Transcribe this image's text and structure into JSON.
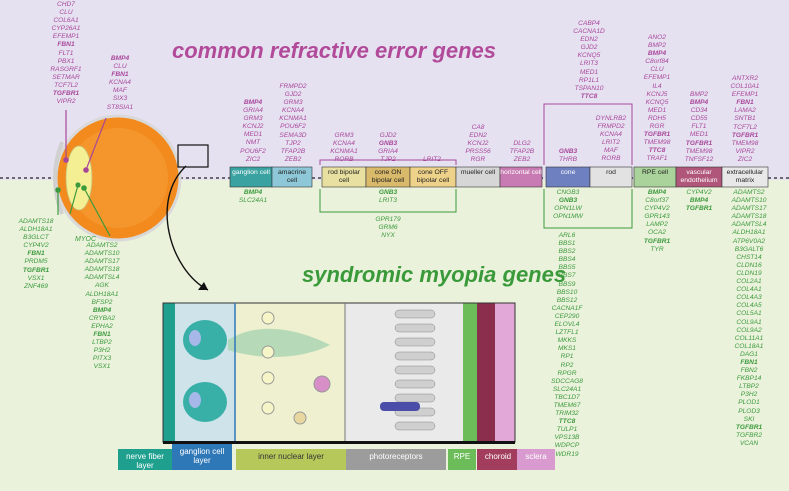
{
  "headings": {
    "refractive": "common refractive error genes",
    "syndromic": "syndromic myopia genes"
  },
  "eye": {
    "myoc_label": "MYOC"
  },
  "top_lists": {
    "eye_outer": [
      "CHD7",
      "CLU",
      "COL6A1",
      "CYP26A1",
      "EFEMP1",
      "FBN1",
      "FLT1",
      "PBX1",
      "RASGRF1",
      "SETMAR",
      "TCF7L2",
      "TGFBR1",
      "VIPR2"
    ],
    "eye_inner": [
      "BMP4",
      "CLU",
      "FBN1",
      "KCNA4",
      "MAF",
      "SIX3",
      "ST8SIA1"
    ],
    "ganglion": [
      "BMP4",
      "GRIA4",
      "GRM3",
      "KCNJ2",
      "MED1",
      "NMT",
      "POU6F2",
      "ZIC2"
    ],
    "amacrine": [
      "FRMPD2",
      "GJD2",
      "GRM3",
      "KCNA4",
      "KCNMA1",
      "POU6F2",
      "SEMA3D",
      "TJP2",
      "TFAP2B",
      "ZEB2"
    ],
    "rod_bipolar": [
      "GRM3",
      "KCNA4",
      "KCNMA1",
      "RORB"
    ],
    "cone_on": [
      "GJD2",
      "GNB3",
      "GRIA4",
      "TJP2"
    ],
    "cone_off": [
      "LRIT2"
    ],
    "mueller": [
      "CA8",
      "EDN2",
      "KCNJ2",
      "PRSS56",
      "RGR"
    ],
    "horizontal": [
      "DLG2",
      "TFAP2B",
      "ZEB2"
    ],
    "photo_shared": [
      "CABP4",
      "CACNA1D",
      "EDN2",
      "GJD2",
      "KCNQ5",
      "LRIT3",
      "MED1",
      "RP1L1",
      "TSPAN10",
      "TTC8"
    ],
    "cone": [
      "GNB3",
      "THRB"
    ],
    "rod": [
      "DYNLRB2",
      "FRMPD2",
      "KCNA4",
      "LRIT2",
      "MAF",
      "RORB"
    ],
    "rpe": [
      "ANO2",
      "BMP2",
      "BMP4",
      "C8orf84",
      "CLU",
      "EFEMP1",
      "IL4",
      "KCNJ5",
      "KCNQ5",
      "MED1",
      "RDH5",
      "RGR",
      "TGFBR1",
      "TMEM98",
      "TTC8",
      "TRAF1"
    ],
    "vascular": [
      "BMP2",
      "BMP4",
      "CD34",
      "CD55",
      "FLT1",
      "MED1",
      "TGFBR1",
      "TMEM98",
      "TNFSF12"
    ],
    "ecm": [
      "ANTXR2",
      "COL10A1",
      "EFEMP1",
      "FBN1",
      "LAMA2",
      "SNTB1",
      "TCF7L2",
      "TGFBR1",
      "TMEM98",
      "VIPR2",
      "ZIC2"
    ]
  },
  "top_bold": [
    "FBN1",
    "TGFBR1",
    "BMP4",
    "GNB3",
    "TTC8"
  ],
  "cell_boxes": [
    {
      "key": "ganglion",
      "label": "ganglion cell"
    },
    {
      "key": "amacrine",
      "label": "amacrine cell"
    },
    {
      "key": "rod_bipolar",
      "label": "rod bipolar cell"
    },
    {
      "key": "cone_on",
      "label": "cone ON bipolar cell"
    },
    {
      "key": "cone_off",
      "label": "cone OFF bipolar cell"
    },
    {
      "key": "mueller",
      "label": "mueller cell"
    },
    {
      "key": "horizontal",
      "label": "horizontal cell"
    },
    {
      "key": "cone",
      "label": "cone"
    },
    {
      "key": "rod",
      "label": "rod"
    },
    {
      "key": "rpe",
      "label": "RPE cell"
    },
    {
      "key": "vascular",
      "label": "vascular endothelium"
    },
    {
      "key": "ecm",
      "label": "extracellular matrix"
    }
  ],
  "bottom_lists": {
    "eye_left": [
      "ADAMTS18",
      "ALDH18A1",
      "B3GLCT",
      "CYP4V2",
      "FBN1",
      "PRDM5",
      "TGFBR1",
      "VSX1",
      "ZNF469"
    ],
    "eye_right": [
      "ADAMTS2",
      "ADAMTS10",
      "ADAMTS17",
      "ADAMTS18",
      "ADAMTSL4",
      "AGK",
      "ALDH18A1",
      "BFSP2",
      "BMP4",
      "CRYBA2",
      "EPHA2",
      "FBN1",
      "LTBP2",
      "P3H2",
      "PITX3",
      "VSX1"
    ],
    "ganglion": [
      "BMP4",
      "SLC24A1"
    ],
    "bipolar_a": [
      "GNB3",
      "LRIT3"
    ],
    "bipolar_b": [
      "GPR179",
      "GRM6",
      "NYX"
    ],
    "photo_shared": [
      "CNGB3",
      "GNB3",
      "OPN1LW",
      "OPN1MW"
    ],
    "photo_long": [
      "ARL6",
      "BBS1",
      "BBS2",
      "BBS4",
      "BBS5",
      "BBS7",
      "BBS9",
      "BBS10",
      "BBS12",
      "CACNA1F",
      "CEP290",
      "ELOVL4",
      "LZTFL1",
      "MKKS",
      "MKS1",
      "RP1",
      "RP2",
      "RPGR",
      "SDCCAG8",
      "SLC24A1",
      "TBC1D7",
      "TMEM67",
      "TRIM32",
      "TTC8",
      "TULP1",
      "VPS13B",
      "WDPCP",
      "WDR19"
    ],
    "rpe": [
      "BMP4",
      "C8orf37",
      "CYP4V2",
      "GPR143",
      "LAMP2",
      "OCA2",
      "TGFBR1",
      "TYR"
    ],
    "vascular": [
      "CYP4V2",
      "BMP4",
      "TGFBR1"
    ],
    "ecm": [
      "ADAMTS2",
      "ADAMTS10",
      "ADAMTS17",
      "ADAMTS18",
      "ADAMTSL4",
      "ALDH18A1",
      "ATP6V0A2",
      "B3GALT6",
      "CHST14",
      "CLDN16",
      "CLDN19",
      "COL2A1",
      "COL4A1",
      "COL4A3",
      "COL4A5",
      "COL5A1",
      "COL9A1",
      "COL9A2",
      "COL11A1",
      "COL18A1",
      "DAG1",
      "FBN1",
      "FBN2",
      "FKBP14",
      "LTBP2",
      "P3H2",
      "PLOD1",
      "PLOD3",
      "SKI",
      "TGFBR1",
      "TGFBR2",
      "VCAN"
    ]
  },
  "bottom_bold": [
    "FBN1",
    "TGFBR1",
    "BMP4",
    "GNB3",
    "TTC8"
  ],
  "retina_layers": [
    {
      "label": "nerve fiber layer",
      "color": "#1fa08e"
    },
    {
      "label": "ganglion cell layer",
      "color": "#2f78b8"
    },
    {
      "label": "inner nuclear layer",
      "color": "#b6c85a"
    },
    {
      "label": "photoreceptors",
      "color": "#9c9c9c"
    },
    {
      "label": "RPE",
      "color": "#6cbd5a"
    },
    {
      "label": "choroid",
      "color": "#a23d5e"
    },
    {
      "label": "sclera",
      "color": "#d99ad0"
    }
  ]
}
